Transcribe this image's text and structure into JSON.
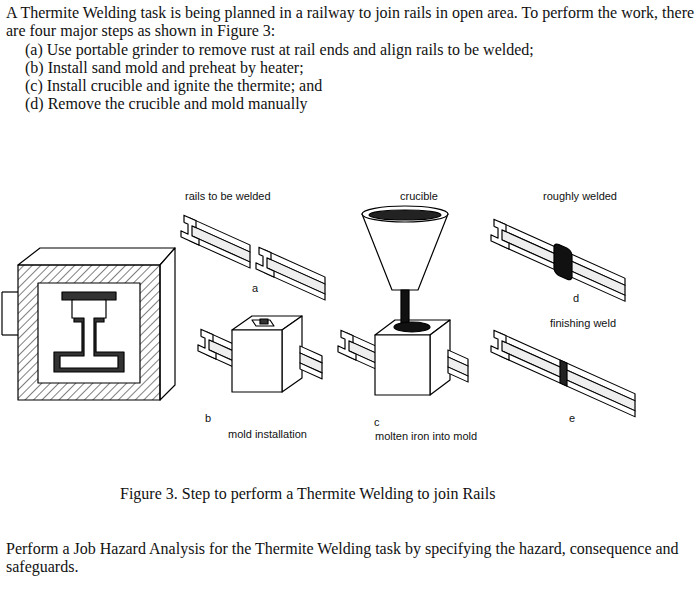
{
  "diagram": {
    "caption": "Figure 3. Step to perform a Thermite Welding to join Rails",
    "labels": [
      "A Thermite Welding task is being planned in a railway to join rails in open area. To perform the work, there are four major steps as shown in Figure 3:",
      "(a) Use portable grinder to remove rust at rail ends and align rails to be welded;",
      "(b) Install sand mold and preheat by heater;",
      "(c) Install crucible and ignite the thermite; and",
      "(d) Remove the crucible and mold manually",
      "rails to be welded",
      "crucible",
      "roughly welded",
      "a",
      "d",
      "finishing weld",
      "b",
      "mold installation",
      "c",
      "molten iron into mold",
      "e",
      "Perform a Job Hazard Analysis for the Thermite Welding task by specifying the hazard, consequence and safeguards."
    ]
  }
}
